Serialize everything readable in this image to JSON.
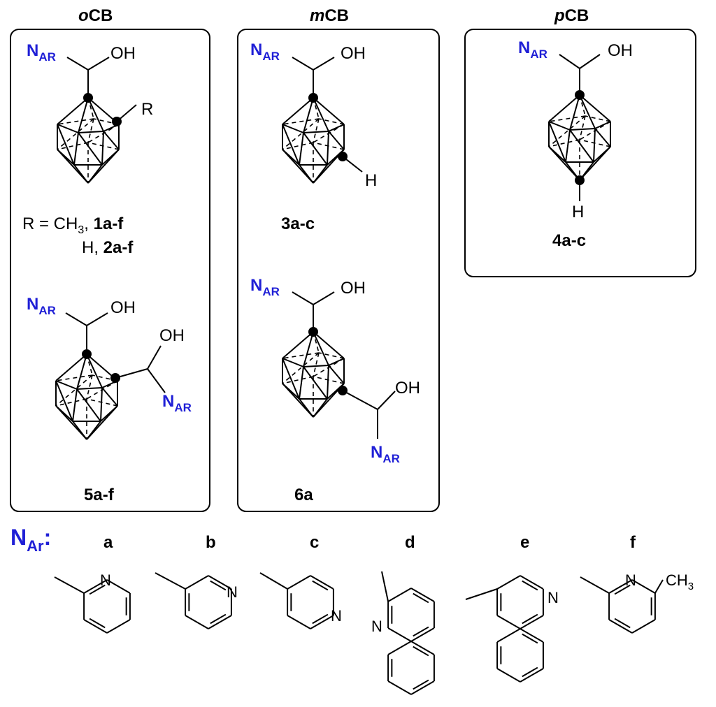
{
  "boxes": [
    {
      "header_italic": "o",
      "header_rest": "CB"
    },
    {
      "header_italic": "m",
      "header_rest": "CB"
    },
    {
      "header_italic": "p",
      "header_rest": "CB"
    }
  ],
  "labels": {
    "nar_main": "N",
    "nar_sub": "AR",
    "oh": "OH",
    "r": "R",
    "h": "H",
    "r_eq": "R = CH",
    "r_eq_sub": "3",
    "comma_space": ", ",
    "c1": "1a",
    "c1_suffix": "-f",
    "h_line": "H, ",
    "c2": "2a",
    "c2_suffix": "-f",
    "c3": "3a-c",
    "c4": "4a-c",
    "c5": "5a-f",
    "c6": "6a"
  },
  "legend": {
    "nar_main": "N",
    "nar_sub": "Ar",
    "colon": ":",
    "letters": [
      "a",
      "b",
      "c",
      "d",
      "e",
      "f"
    ],
    "n_atom": "N",
    "ch3": "CH",
    "ch3_sub": "3"
  },
  "colors": {
    "nar": "#1f1fd6",
    "ink": "#000000"
  }
}
